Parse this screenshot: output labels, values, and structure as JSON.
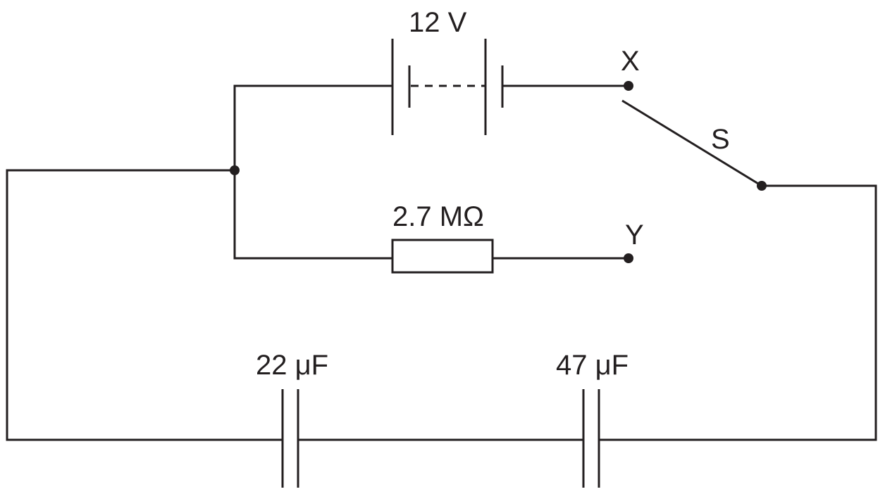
{
  "labels": {
    "battery_voltage": "12 V",
    "terminal_x": "X",
    "terminal_y": "Y",
    "switch": "S",
    "resistor": "2.7 MΩ",
    "capacitor_1": "22 μF",
    "capacitor_2": "47 μF"
  },
  "colors": {
    "ink": "#231f20",
    "background": "#ffffff"
  }
}
